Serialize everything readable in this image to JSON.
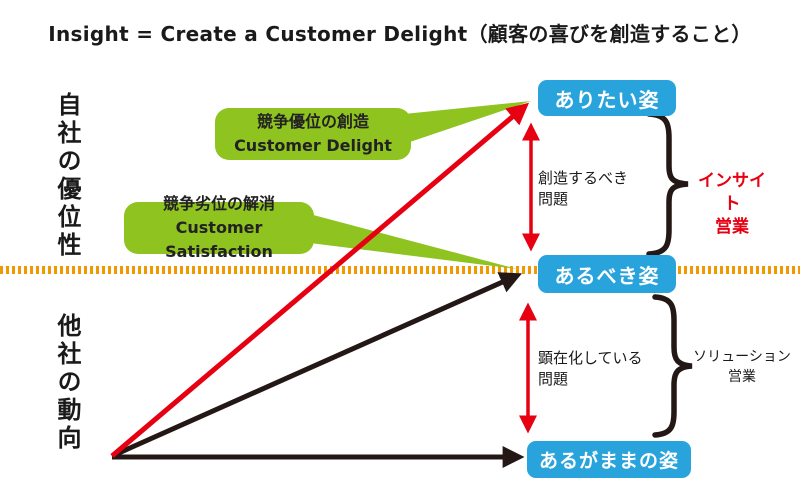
{
  "title": "Insight = Create a Customer Delight（顧客の喜びを創造すること）",
  "y_axis": {
    "top_label": "自社の優位性",
    "bottom_label": "他社の動向"
  },
  "callouts": {
    "delight": {
      "line1": "競争優位の創造",
      "line2": "Customer Delight"
    },
    "satisfaction": {
      "line1": "競争劣位の解消",
      "line2": "Customer Satisfaction"
    }
  },
  "states": {
    "ideal": "ありたい姿",
    "should": "あるべき姿",
    "current": "あるがままの姿"
  },
  "gaps": {
    "create": "創造するべき\n問題",
    "visible": "顕在化している\n問題"
  },
  "approaches": {
    "insight": "インサイト\n営業",
    "solution": "ソリューション\n営業"
  },
  "colors": {
    "red": "#e60012",
    "ink": "#231815",
    "green": "#8fc31f",
    "blue": "#29a3dc",
    "orange": "#f39800",
    "white": "#ffffff"
  }
}
